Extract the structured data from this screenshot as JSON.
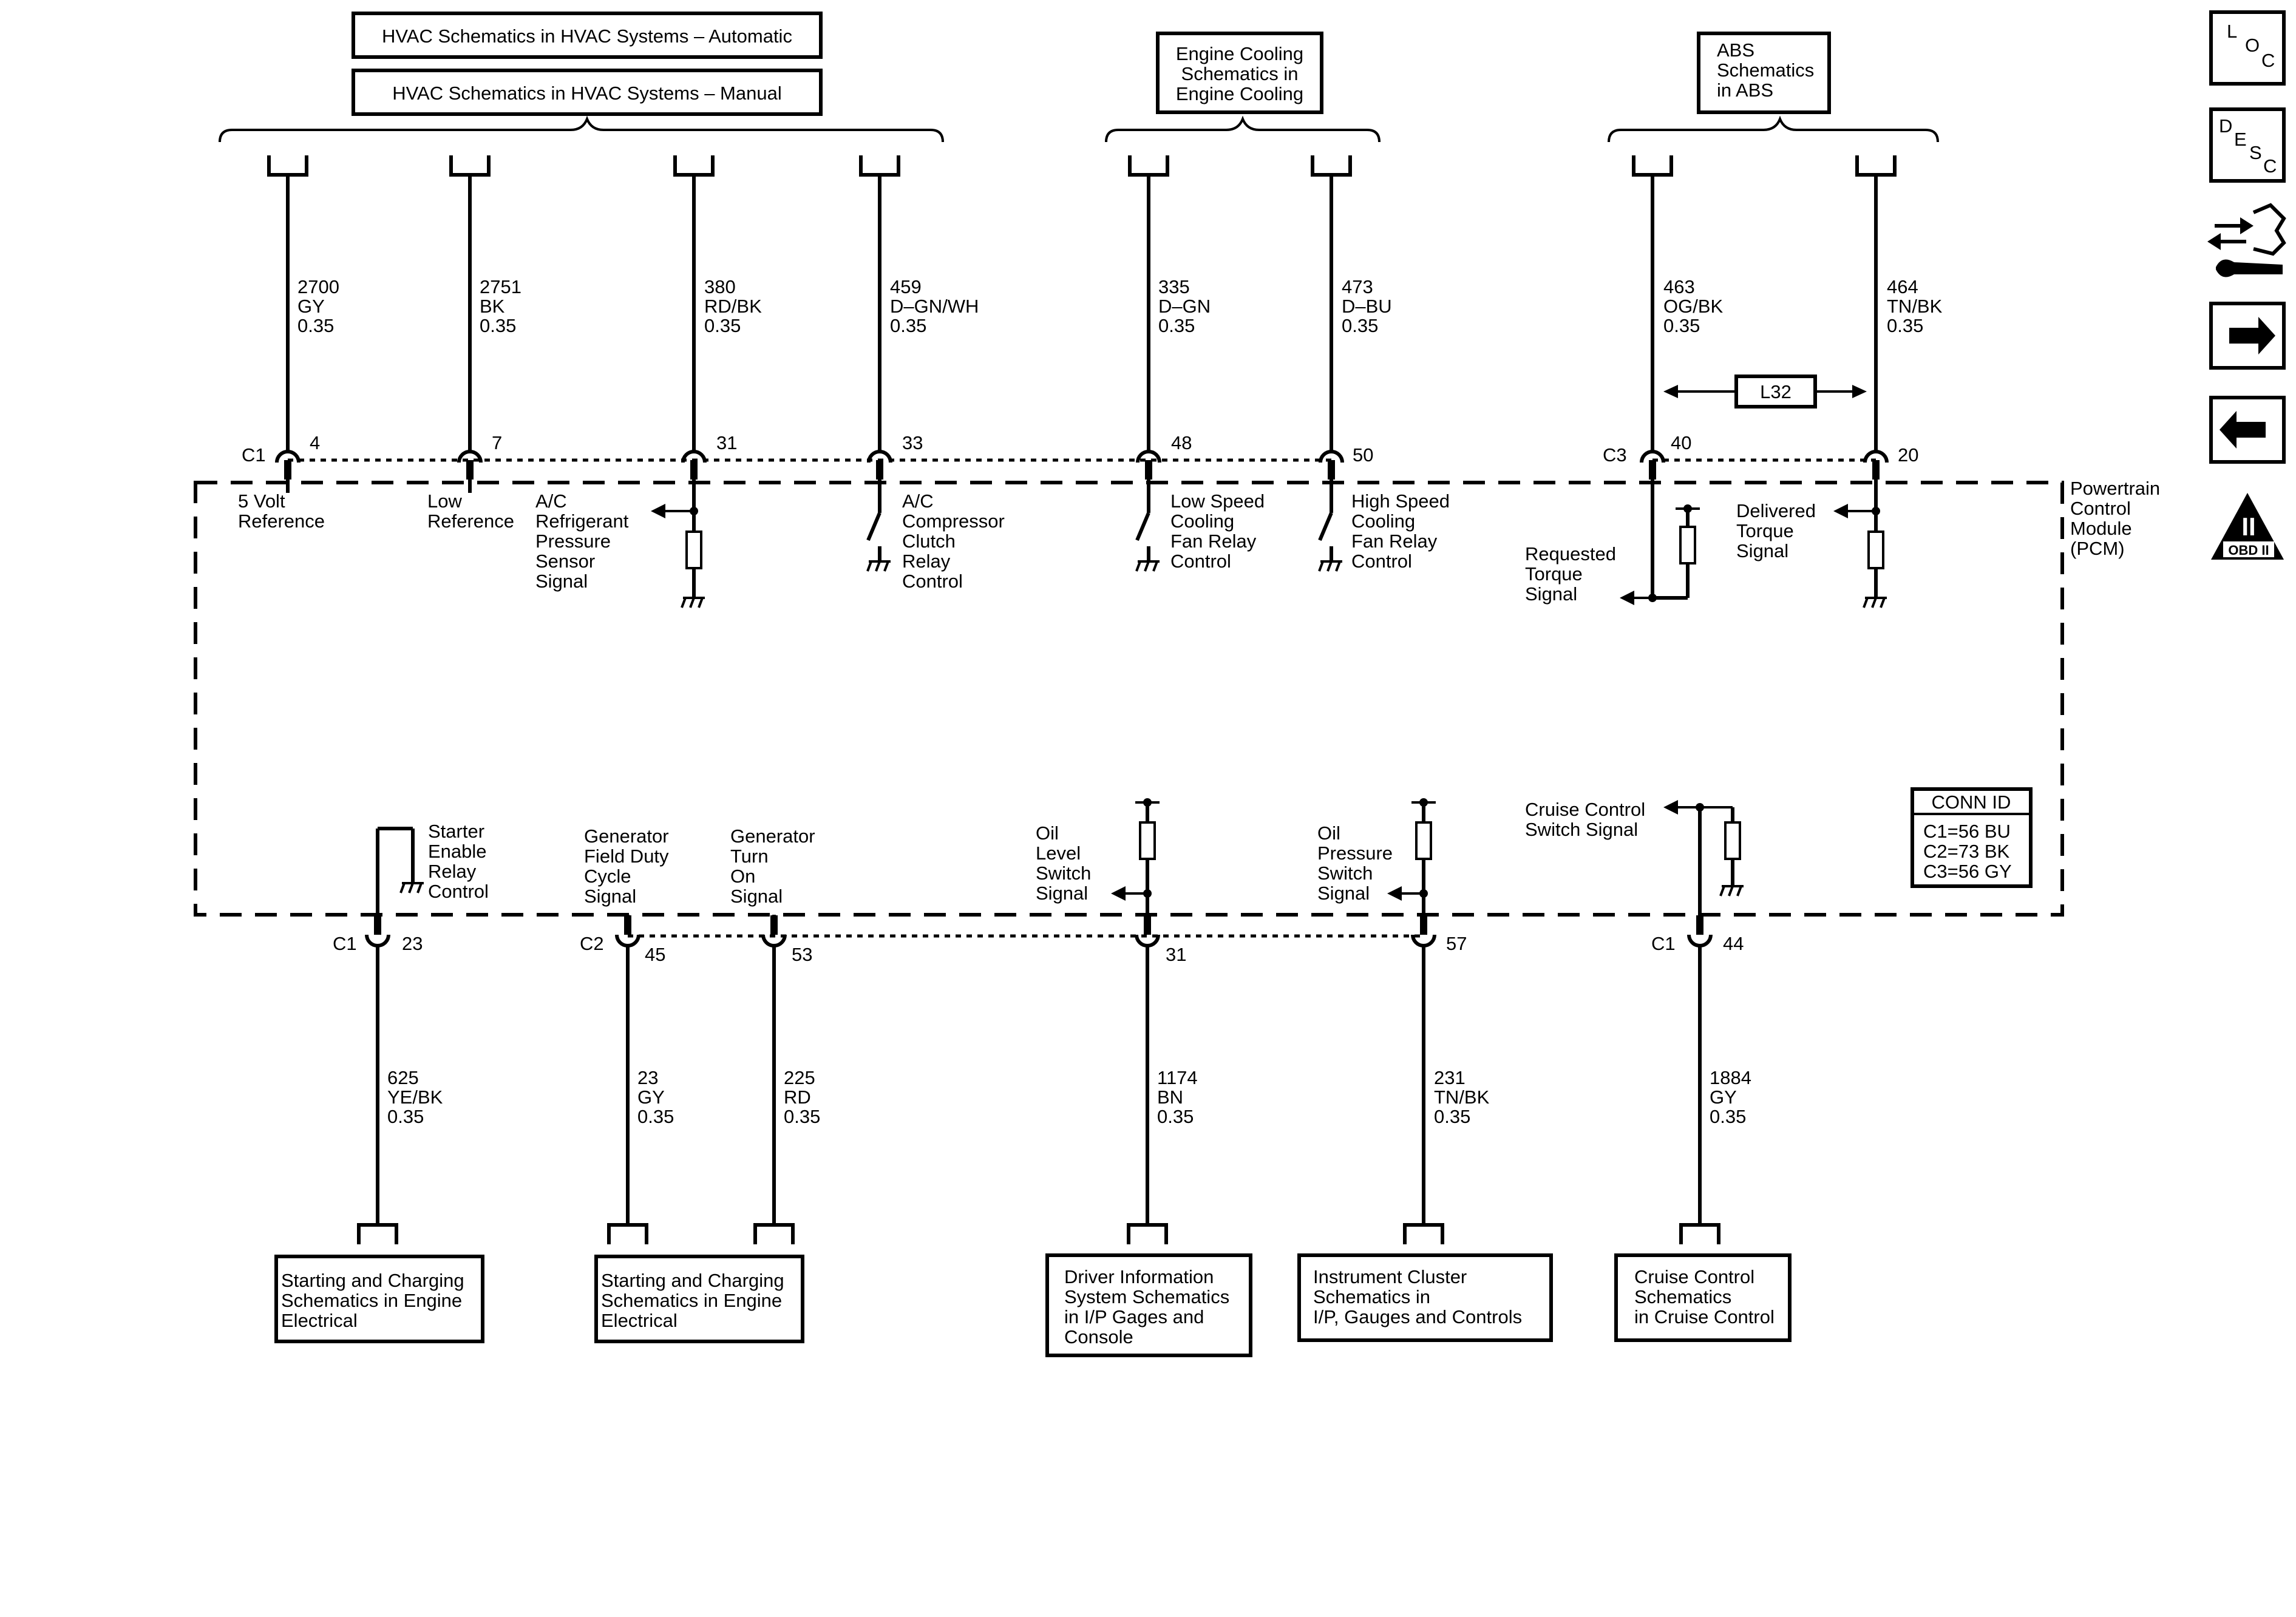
{
  "top_refs": {
    "hvac_auto": "HVAC Schematics in HVAC Systems – Automatic",
    "hvac_manual": "HVAC Schematics in HVAC Systems – Manual",
    "engine_cooling": [
      "Engine Cooling",
      "Schematics in",
      "Engine Cooling"
    ],
    "abs": [
      "ABS",
      "Schematics",
      "in ABS"
    ]
  },
  "top_circuits": [
    {
      "circuit": "2700",
      "color": "GY",
      "size": "0.35",
      "pin": "4",
      "label": [
        "5 Volt",
        "Reference"
      ]
    },
    {
      "circuit": "2751",
      "color": "BK",
      "size": "0.35",
      "pin": "7",
      "label": [
        "Low",
        "Reference"
      ]
    },
    {
      "circuit": "380",
      "color": "RD/BK",
      "size": "0.35",
      "pin": "31",
      "label": [
        "A/C",
        "Refrigerant",
        "Pressure",
        "Sensor",
        "Signal"
      ]
    },
    {
      "circuit": "459",
      "color": "D–GN/WH",
      "size": "0.35",
      "pin": "33",
      "label": [
        "A/C",
        "Compressor",
        "Clutch",
        "Relay",
        "Control"
      ]
    },
    {
      "circuit": "335",
      "color": "D–GN",
      "size": "0.35",
      "pin": "48",
      "label": [
        "Low Speed",
        "Cooling",
        "Fan Relay",
        "Control"
      ]
    },
    {
      "circuit": "473",
      "color": "D–BU",
      "size": "0.35",
      "pin": "50",
      "label": [
        "High Speed",
        "Cooling",
        "Fan Relay",
        "Control"
      ]
    },
    {
      "circuit": "463",
      "color": "OG/BK",
      "size": "0.35",
      "pin": "40",
      "label": [
        "Requested",
        "Torque",
        "Signal"
      ]
    },
    {
      "circuit": "464",
      "color": "TN/BK",
      "size": "0.35",
      "pin": "20",
      "label": [
        "Delivered",
        "Torque",
        "Signal"
      ]
    }
  ],
  "top_connectors": {
    "c1": "C1",
    "c3": "C3"
  },
  "option_code": "L32",
  "module_name": [
    "Powertrain",
    "Control",
    "Module",
    "(PCM)"
  ],
  "conn_id": {
    "title": "CONN ID",
    "lines": [
      "C1=56 BU",
      "C2=73 BK",
      "C3=56 GY"
    ]
  },
  "bottom_circuits": [
    {
      "circuit": "625",
      "color": "YE/BK",
      "size": "0.35",
      "pin": "23",
      "connector": "C1",
      "label": [
        "Starter",
        "Enable",
        "Relay",
        "Control"
      ]
    },
    {
      "circuit": "23",
      "color": "GY",
      "size": "0.35",
      "pin": "45",
      "connector": "C2",
      "label": [
        "Generator",
        "Field Duty",
        "Cycle",
        "Signal"
      ]
    },
    {
      "circuit": "225",
      "color": "RD",
      "size": "0.35",
      "pin": "53",
      "connector": "",
      "label": [
        "Generator",
        "Turn",
        "On",
        "Signal"
      ]
    },
    {
      "circuit": "1174",
      "color": "BN",
      "size": "0.35",
      "pin": "31",
      "connector": "",
      "label": [
        "Oil",
        "Level",
        "Switch",
        "Signal"
      ]
    },
    {
      "circuit": "231",
      "color": "TN/BK",
      "size": "0.35",
      "pin": "57",
      "connector": "",
      "label": [
        "Oil",
        "Pressure",
        "Switch",
        "Signal"
      ]
    },
    {
      "circuit": "1884",
      "color": "GY",
      "size": "0.35",
      "pin": "44",
      "connector": "C1",
      "label": [
        "Cruise Control",
        "Switch Signal"
      ]
    }
  ],
  "bottom_refs": [
    [
      "Starting and Charging",
      "Schematics in Engine",
      "Electrical"
    ],
    [
      "Starting and Charging",
      "Schematics in Engine",
      "Electrical"
    ],
    [
      "Driver Information",
      "System Schematics",
      "in I/P Gages and",
      "Console"
    ],
    [
      "Instrument Cluster",
      "Schematics in",
      "I/P, Gauges and Controls"
    ],
    [
      "Cruise Control",
      "Schematics",
      "in Cruise Control"
    ]
  ],
  "side_icons": {
    "loc": [
      "L",
      "O",
      "C"
    ],
    "desc": [
      "D",
      "E",
      "S",
      "C"
    ],
    "obd_mark": "II",
    "obd_label": "OBD II"
  }
}
